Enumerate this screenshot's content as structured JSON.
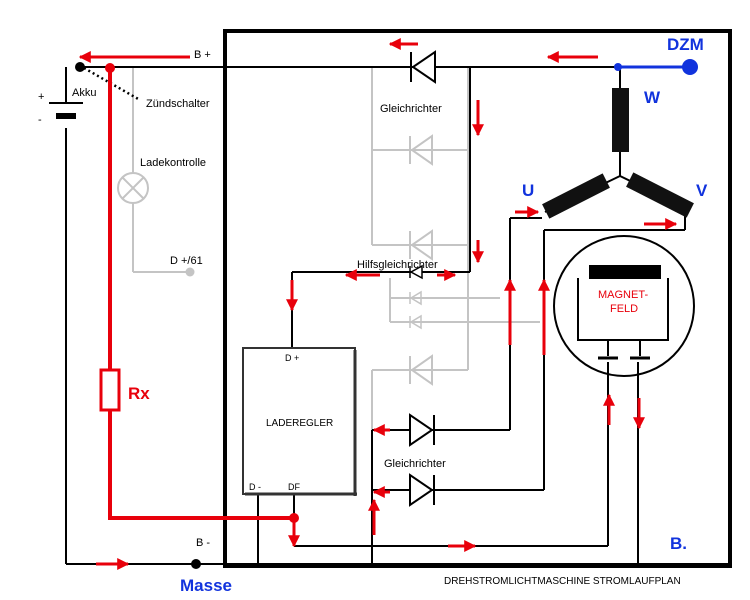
{
  "labels": {
    "b_plus": "B +",
    "dzm": "DZM",
    "w": "W",
    "u": "U",
    "v": "V",
    "plus": "+",
    "minus": "-",
    "akku": "Akku",
    "zuendschalter": "Zündschalter",
    "ladekontrolle": "Ladekontrolle",
    "gleichrichter_top": "Gleichrichter",
    "d_plus_61": "D +/61",
    "hilfsgleichrichter": "Hilfsgleichrichter",
    "magnet_line1": "MAGNET-",
    "magnet_line2": "FELD",
    "regler_d_plus": "D +",
    "laderegler": "LADEREGLER",
    "regler_d_minus": "D -",
    "regler_df": "DF",
    "rx": "Rx",
    "gleichrichter_bottom": "Gleichrichter",
    "b_minus": "B -",
    "b_dot": "B.",
    "masse": "Masse",
    "caption": "DREHSTROMLICHTMASCHINE STROMLAUFPLAN"
  },
  "colors": {
    "wire": "#000000",
    "current": "#e8000b",
    "faded": "#c4c4c4",
    "accent_blue": "#1133dd",
    "coil": "#111111"
  }
}
